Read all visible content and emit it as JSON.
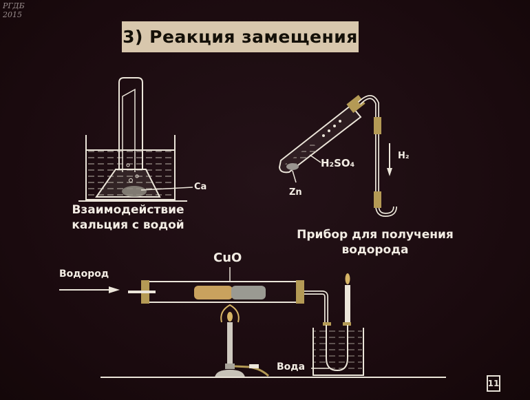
{
  "watermark": {
    "line1": "РГДБ",
    "line2": "2015"
  },
  "title": "3) Реакция замещения",
  "experiments": {
    "calcium_water": {
      "caption_line1": "Взаимодействие",
      "caption_line2": "кальция с водой",
      "label_metal": "Ca"
    },
    "hydrogen_apparatus": {
      "caption_line1": "Прибор для получения",
      "caption_line2": "водорода",
      "label_acid": "H₂SO₄",
      "label_metal": "Zn",
      "label_gas": "H₂",
      "gas_direction": "down"
    },
    "copper_oxide_reduction": {
      "label_gas_in": "Водород",
      "label_oxide": "CuO",
      "label_water": "Вода"
    }
  },
  "page_number": "11",
  "colors": {
    "background": "#1c0c10",
    "title_panel": "#d8c7ad",
    "chalk": "#ece6da",
    "rubber": "#b49a55",
    "copper": "#c9a25e",
    "oxide": "#9a9a92",
    "flame": "#d6b466"
  }
}
